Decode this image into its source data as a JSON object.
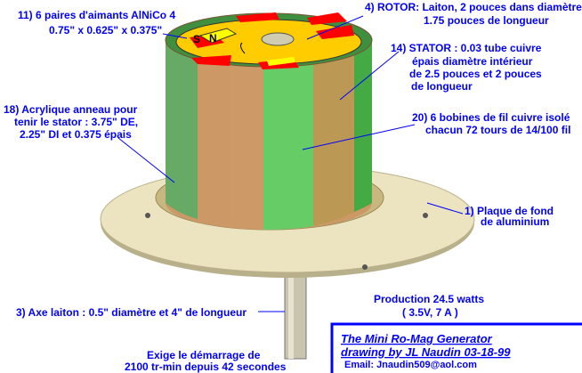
{
  "labels": {
    "magnets": [
      "11) 6 paires d'aimants AlNiCo 4",
      "0.75\" x 0.625\" x 0.375\""
    ],
    "rotor": [
      "4) ROTOR: Laiton, 2 pouces dans diamètre",
      "1.75 pouces de longueur"
    ],
    "stator": [
      "14) STATOR : 0.03 tube cuivre",
      "épais diamètre intérieur",
      "de 2.5 pouces  et 2 pouces",
      "de longueur"
    ],
    "ring": [
      "18) Acrylique anneau pour",
      "tenir le stator : 3.75\" DE,",
      "2.25\" DI et 0.375 épais"
    ],
    "coils": [
      "20)  6 bobines de fil cuivre isolé",
      "chacun 72 tours de 14/100 fil"
    ],
    "plate": [
      "1) Plaque de fond",
      "de aluminium"
    ],
    "shaft": [
      "3) Axe laiton : 0.5\" diamètre et 4\" de longueur"
    ],
    "production": [
      "Production 24.5 watts",
      "( 3.5V, 7 A )"
    ],
    "startup": [
      "Exige le démarrage de",
      "2100 tr-min depuis 42 secondes"
    ],
    "magnet_poles": {
      "south": "S",
      "north": "N"
    }
  },
  "credit_box": {
    "title": "The Mini Ro-Mag Generator",
    "author": "drawing by JL Naudin 03-18-99",
    "email": "Email: Jnaudin509@aol.com"
  },
  "colors": {
    "text": "#0000ff",
    "plate": "#e8e0b8",
    "coil_green": "#66cc66",
    "coil_copper": "#cc9966",
    "rotor": "#ffcc00",
    "magnet_red": "#ff0000",
    "magnet_yellow": "#ffff00"
  }
}
